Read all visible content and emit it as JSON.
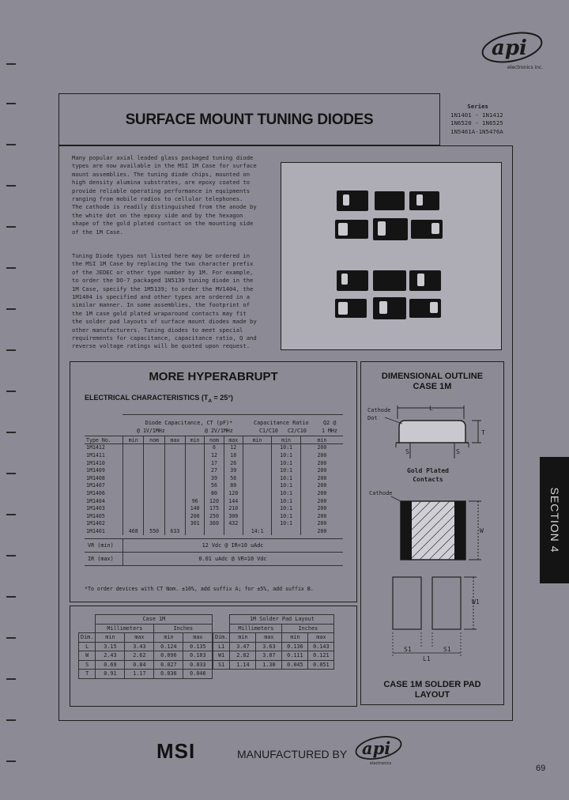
{
  "logo_text": "api",
  "logo_subtitle": "electronics inc.",
  "header": {
    "title": "SURFACE MOUNT TUNING DIODES",
    "series_label": "Series",
    "series_lines": [
      "1N1401 - 1N1412",
      "1N6520 - 1N6525",
      "1N5461A-1N5476A"
    ]
  },
  "intro_paragraph_1": "Many popular axial leaded glass packaged tuning diode\ntypes are now available in the MSI 1M Case for surface\nmount assemblies.  The tuning diode chips, mounted on\nhigh density alumina substrates, are epoxy coated to\nprovide reliable operating performance in equipments\nranging from mobile radios to cellular telephones.\nThe cathode is readily distinguished from the anode by\nthe white dot on the epoxy side and by the hexagon\nshape of the gold plated contact on the mounting side\nof the 1M Case.",
  "intro_paragraph_2": "Tuning Diode types not listed here may be ordered in\nthe MSI 1M Case by replacing the two character prefix\nof the JEDEC or other type number by 1M.  For example,\nto order the DO-7 packaged 1N5139 tuning diode in the\n1M Case, specify the 1M5139; to order the MV1404, the\n1M1404 is specified and other types are ordered in a\nsimilar manner.  In some assemblies, the footprint of\nthe 1M case gold plated wraparound contacts may fit\nthe solder pad layouts of surface mount diodes made by\nother manufacturers.  Tuning diodes to meet special\nrequirements for capacitance, capacitance ratio, Q and\nreverse voltage ratings will be quoted upon request.",
  "hyperabrupt": {
    "heading": "MORE HYPERABRUPT",
    "elec_label": "ELECTRICAL CHARACTERISTICS (T",
    "elec_sub": "A",
    "elec_tail": " = 25°)",
    "col_type": "Type No.",
    "group_cap": "Diode Capacitance, CT (pF)*",
    "cond_1v": "@ 1V/1MHz",
    "cond_2v": "@ 2V/1MHz",
    "group_ratio": "Capacitance Ratio",
    "ratio_c1": "C1/C10",
    "ratio_c2": "C2/C10",
    "q_head": "Q2 @",
    "q_freq": "1 MHz",
    "sub_min": "min",
    "sub_nom": "nom",
    "sub_max": "max",
    "sub_min2": "min",
    "sub_nom2": "nom",
    "sub_max2": "max",
    "sub_rmin": "min",
    "sub_rmin2": "min",
    "sub_qmin": "min",
    "rows": [
      {
        "type": "1M1412",
        "a": "",
        "b": "",
        "c": "",
        "d": "",
        "e": "6",
        "f": "12",
        "r1": "",
        "r2": "10:1",
        "q": "200"
      },
      {
        "type": "1M1411",
        "a": "",
        "b": "",
        "c": "",
        "d": "",
        "e": "12",
        "f": "18",
        "r1": "",
        "r2": "10:1",
        "q": "200"
      },
      {
        "type": "1M1410",
        "a": "",
        "b": "",
        "c": "",
        "d": "",
        "e": "17",
        "f": "26",
        "r1": "",
        "r2": "10:1",
        "q": "200"
      },
      {
        "type": "1M1409",
        "a": "",
        "b": "",
        "c": "",
        "d": "",
        "e": "27",
        "f": "39",
        "r1": "",
        "r2": "10:1",
        "q": "200"
      },
      {
        "type": "1M1408",
        "a": "",
        "b": "",
        "c": "",
        "d": "",
        "e": "39",
        "f": "56",
        "r1": "",
        "r2": "10:1",
        "q": "200"
      },
      {
        "type": "1M1407",
        "a": "",
        "b": "",
        "c": "",
        "d": "",
        "e": "56",
        "f": "80",
        "r1": "",
        "r2": "10:1",
        "q": "200"
      },
      {
        "type": "1M1406",
        "a": "",
        "b": "",
        "c": "",
        "d": "",
        "e": "80",
        "f": "120",
        "r1": "",
        "r2": "10:1",
        "q": "200"
      },
      {
        "type": "1M1404",
        "a": "",
        "b": "",
        "c": "",
        "d": "96",
        "e": "120",
        "f": "144",
        "r1": "",
        "r2": "10:1",
        "q": "200"
      },
      {
        "type": "1M1403",
        "a": "",
        "b": "",
        "c": "",
        "d": "140",
        "e": "175",
        "f": "210",
        "r1": "",
        "r2": "10:1",
        "q": "200"
      },
      {
        "type": "1M1405",
        "a": "",
        "b": "",
        "c": "",
        "d": "200",
        "e": "250",
        "f": "300",
        "r1": "",
        "r2": "10:1",
        "q": "200"
      },
      {
        "type": "1M1402",
        "a": "",
        "b": "",
        "c": "",
        "d": "301",
        "e": "360",
        "f": "432",
        "r1": "",
        "r2": "10:1",
        "q": "200"
      },
      {
        "type": "1M1401",
        "a": "468",
        "b": "550",
        "c": "633",
        "d": "",
        "e": "",
        "f": "",
        "r1": "14:1",
        "r2": "",
        "q": "200"
      }
    ],
    "vr_label": "VR (min)",
    "vr_value": "12 Vdc @ IR=10 uAdc",
    "ir_label": "IR (max)",
    "ir_value": "0.01 uAdc @ VR=10 Vdc",
    "footnote": "*To order devices with CT Nom. ±10%, add suffix A; for ±5%, add suffix B."
  },
  "case_table": {
    "case_title": "Case 1M",
    "pad_title": "1M Solder Pad Layout",
    "mm": "Millimeters",
    "in": "Inches",
    "dim": "Dim.",
    "min": "min",
    "max": "max",
    "case_rows": [
      {
        "dim": "L",
        "mm_min": "3.15",
        "mm_max": "3.43",
        "in_min": "0.124",
        "in_max": "0.135"
      },
      {
        "dim": "W",
        "mm_min": "2.43",
        "mm_max": "2.62",
        "in_min": "0.096",
        "in_max": "0.103"
      },
      {
        "dim": "S",
        "mm_min": "0.69",
        "mm_max": "0.84",
        "in_min": "0.027",
        "in_max": "0.033"
      },
      {
        "dim": "T",
        "mm_min": "0.91",
        "mm_max": "1.17",
        "in_min": "0.036",
        "in_max": "0.046"
      }
    ],
    "pad_rows": [
      {
        "dim": "L1",
        "mm_min": "3.47",
        "mm_max": "3.63",
        "in_min": "0.136",
        "in_max": "0.143"
      },
      {
        "dim": "W1",
        "mm_min": "2.82",
        "mm_max": "3.07",
        "in_min": "0.111",
        "in_max": "0.121"
      },
      {
        "dim": "S1",
        "mm_min": "1.14",
        "mm_max": "1.30",
        "in_min": "0.045",
        "in_max": "0.051"
      }
    ]
  },
  "dimensional": {
    "title_1": "DIMENSIONAL OUTLINE",
    "title_2": "CASE 1M",
    "lbl_L": "L",
    "lbl_T": "T",
    "lbl_S_left": "S",
    "lbl_S_right": "S",
    "lbl_W": "W",
    "cathode_dot": "Cathode\nDot",
    "gold_plated": "Gold Plated\nContacts",
    "cathode": "Cathode",
    "pad_W1": "W1",
    "pad_S1_left": "S1",
    "pad_S1_right": "S1",
    "pad_L1": "L1",
    "pad_title_1": "CASE 1M SOLDER PAD",
    "pad_title_2": "LAYOUT"
  },
  "section_tab": "SECTION 4",
  "footer": {
    "brand": "MSI",
    "manufactured_by": "MANUFACTURED BY",
    "logo_text": "api",
    "logo_subtitle": "electronics"
  },
  "page_number": "69"
}
